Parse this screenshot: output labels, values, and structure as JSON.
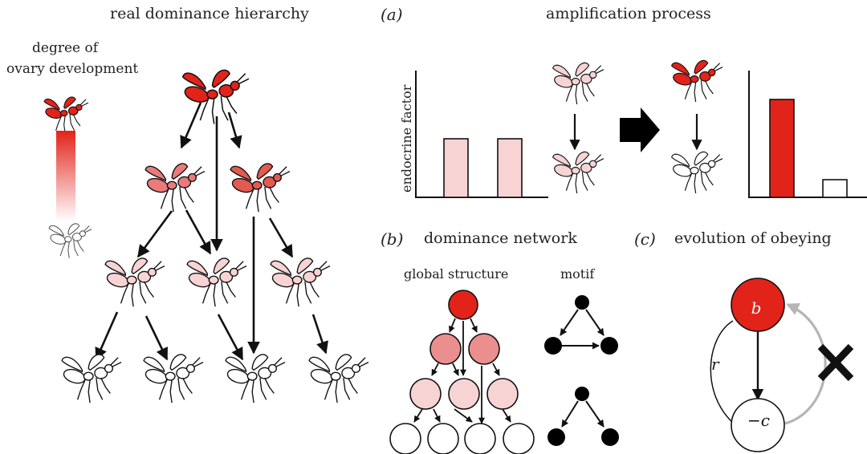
{
  "left_panel": {
    "title": "real dominance hierarchy",
    "scale_label_line1": "degree of",
    "scale_label_line2": "ovary development"
  },
  "panel_a": {
    "letter": "(a)",
    "title": "amplification process",
    "y_axis_label": "endocrine factor"
  },
  "panel_b": {
    "letter": "(b)",
    "title": "dominance network",
    "global_label": "global structure",
    "motif_label": "motif"
  },
  "panel_c": {
    "letter": "(c)",
    "title": "evolution of obeying",
    "top_node": "b",
    "bottom_node": "−c",
    "edge_label": "r"
  },
  "colors": {
    "dominant": "#e2231a",
    "second": "#ea7b7b",
    "third": "#f8d3d3",
    "subordinate": "#ffffff",
    "arrow_grey": "#b5b5b5"
  }
}
